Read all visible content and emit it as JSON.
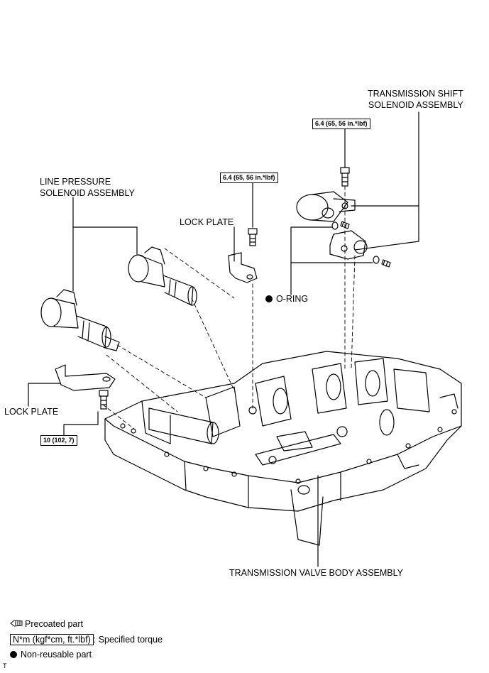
{
  "labels": {
    "shift_solenoid": [
      "TRANSMISSION SHIFT",
      "SOLENOID ASSEMBLY"
    ],
    "line_pressure": [
      "LINE PRESSURE",
      "SOLENOID ASSEMBLY"
    ],
    "lock_plate_top": "LOCK PLATE",
    "lock_plate_left": "LOCK PLATE",
    "o_ring": "O-RING",
    "valve_body": "TRANSMISSION VALVE BODY ASSEMBLY"
  },
  "torque": {
    "shift": "6.4 (65, 56 in.*lbf)",
    "lock": "6.4 (65, 56 in.*lbf)",
    "left": "10 (102, 7)"
  },
  "legend": {
    "precoated": "Precoated part",
    "torque_box": "N*m (kgf*cm, ft.*lbf)",
    "torque_desc": ": Specified torque",
    "nonreusable": "Non-reusable part"
  },
  "corner_mark": "T"
}
